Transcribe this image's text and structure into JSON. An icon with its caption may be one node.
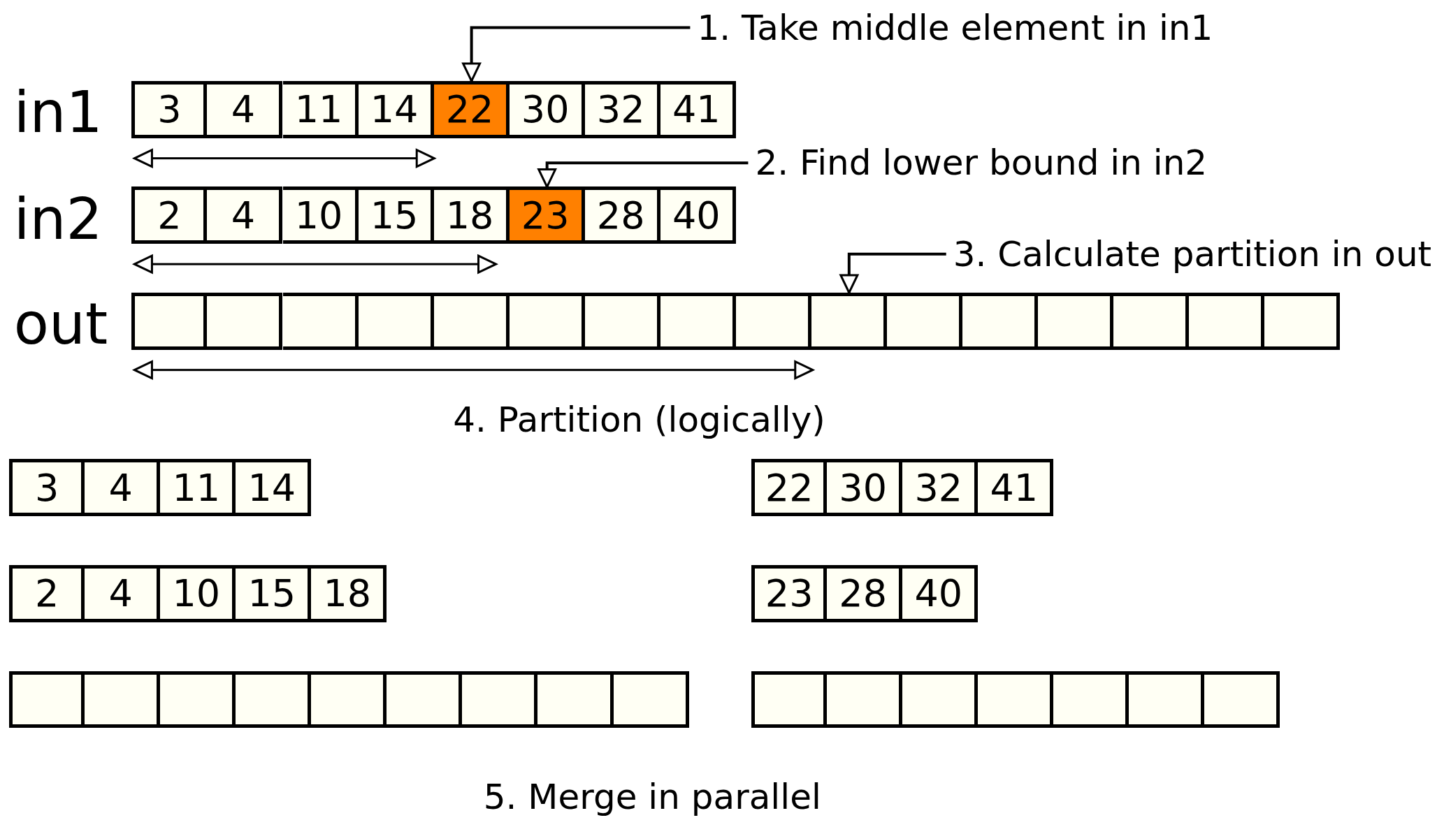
{
  "diagram": {
    "nodes": [
      {
        "text": [
          "1. Take middle element in in1"
        ]
      },
      {
        "text": [
          "3"
        ]
      },
      {
        "text": [
          "4"
        ]
      },
      {
        "text": [
          "11"
        ]
      },
      {
        "text": [
          "14"
        ]
      },
      {
        "text": [
          "22"
        ]
      },
      {
        "text": [
          "30"
        ]
      },
      {
        "text": [
          "32"
        ]
      },
      {
        "text": [
          "41"
        ]
      },
      {
        "text": [
          "2. Find lower bound in in2"
        ]
      },
      {
        "text": [
          "2"
        ]
      },
      {
        "text": [
          "4"
        ]
      },
      {
        "text": [
          "10"
        ]
      },
      {
        "text": [
          "15"
        ]
      },
      {
        "text": [
          "18"
        ]
      },
      {
        "text": [
          "23"
        ]
      },
      {
        "text": [
          "28"
        ]
      },
      {
        "text": [
          "40"
        ]
      },
      {
        "text": [
          "3. Calculate partition in out"
        ]
      },
      {
        "text": [],
        "shape": "box"
      },
      {
        "text": [],
        "shape": "box"
      },
      {
        "text": [],
        "shape": "box"
      },
      {
        "text": [],
        "shape": "box"
      },
      {
        "text": [],
        "shape": "box"
      },
      {
        "text": [],
        "shape": "box"
      },
      {
        "text": [],
        "shape": "box"
      },
      {
        "text": [],
        "shape": "box"
      },
      {
        "text": [],
        "shape": "box"
      },
      {
        "text": [],
        "shape": "box"
      },
      {
        "text": [],
        "shape": "box"
      },
      {
        "text": [],
        "shape": "box"
      },
      {
        "text": [],
        "shape": "box"
      },
      {
        "text": [],
        "shape": "box"
      },
      {
        "text": [],
        "shape": "box"
      },
      {
        "text": [],
        "shape": "box"
      },
      {
        "text": [
          "3"
        ]
      },
      {
        "text": [
          "4"
        ]
      },
      {
        "text": [
          "11"
        ]
      },
      {
        "text": [
          "14"
        ]
      },
      {
        "text": [
          "22"
        ]
      },
      {
        "text": [
          "30"
        ]
      },
      {
        "text": [
          "32"
        ]
      },
      {
        "text": [
          "41"
        ]
      },
      {
        "text": [
          "2"
        ]
      },
      {
        "text": [
          "4"
        ]
      },
      {
        "text": [
          "10"
        ]
      },
      {
        "text": [
          "15"
        ]
      },
      {
        "text": [
          "18"
        ]
      },
      {
        "text": [
          "23"
        ]
      },
      {
        "text": [
          "28"
        ]
      },
      {
        "text": [
          "40"
        ]
      },
      {
        "text": [],
        "shape": "box"
      },
      {
        "text": [],
        "shape": "box"
      },
      {
        "text": [],
        "shape": "box"
      },
      {
        "text": [],
        "shape": "box"
      },
      {
        "text": [],
        "shape": "box"
      },
      {
        "text": [],
        "shape": "box"
      },
      {
        "text": [],
        "shape": "box"
      },
      {
        "text": [],
        "shape": "box"
      },
      {
        "text": [],
        "shape": "box"
      },
      {
        "text": [],
        "shape": "box"
      },
      {
        "text": [],
        "shape": "box"
      },
      {
        "text": [],
        "shape": "box"
      },
      {
        "text": [],
        "shape": "box"
      },
      {
        "text": [],
        "shape": "box"
      },
      {
        "text": [],
        "shape": "box"
      },
      {
        "text": [],
        "shape": "box"
      }
    ],
    "edges": [
      {
        "from": 0,
        "to": 5,
        "arrow": "to"
      },
      {
        "from": 9,
        "to": 15,
        "arrow": "to"
      },
      {
        "from": 18,
        "to": 28,
        "arrow": "to"
      }
    ],
    "labels": [
      "in1",
      "in2",
      "out",
      "4. Partition (logically)",
      "5. Merge in parallel"
    ]
  }
}
